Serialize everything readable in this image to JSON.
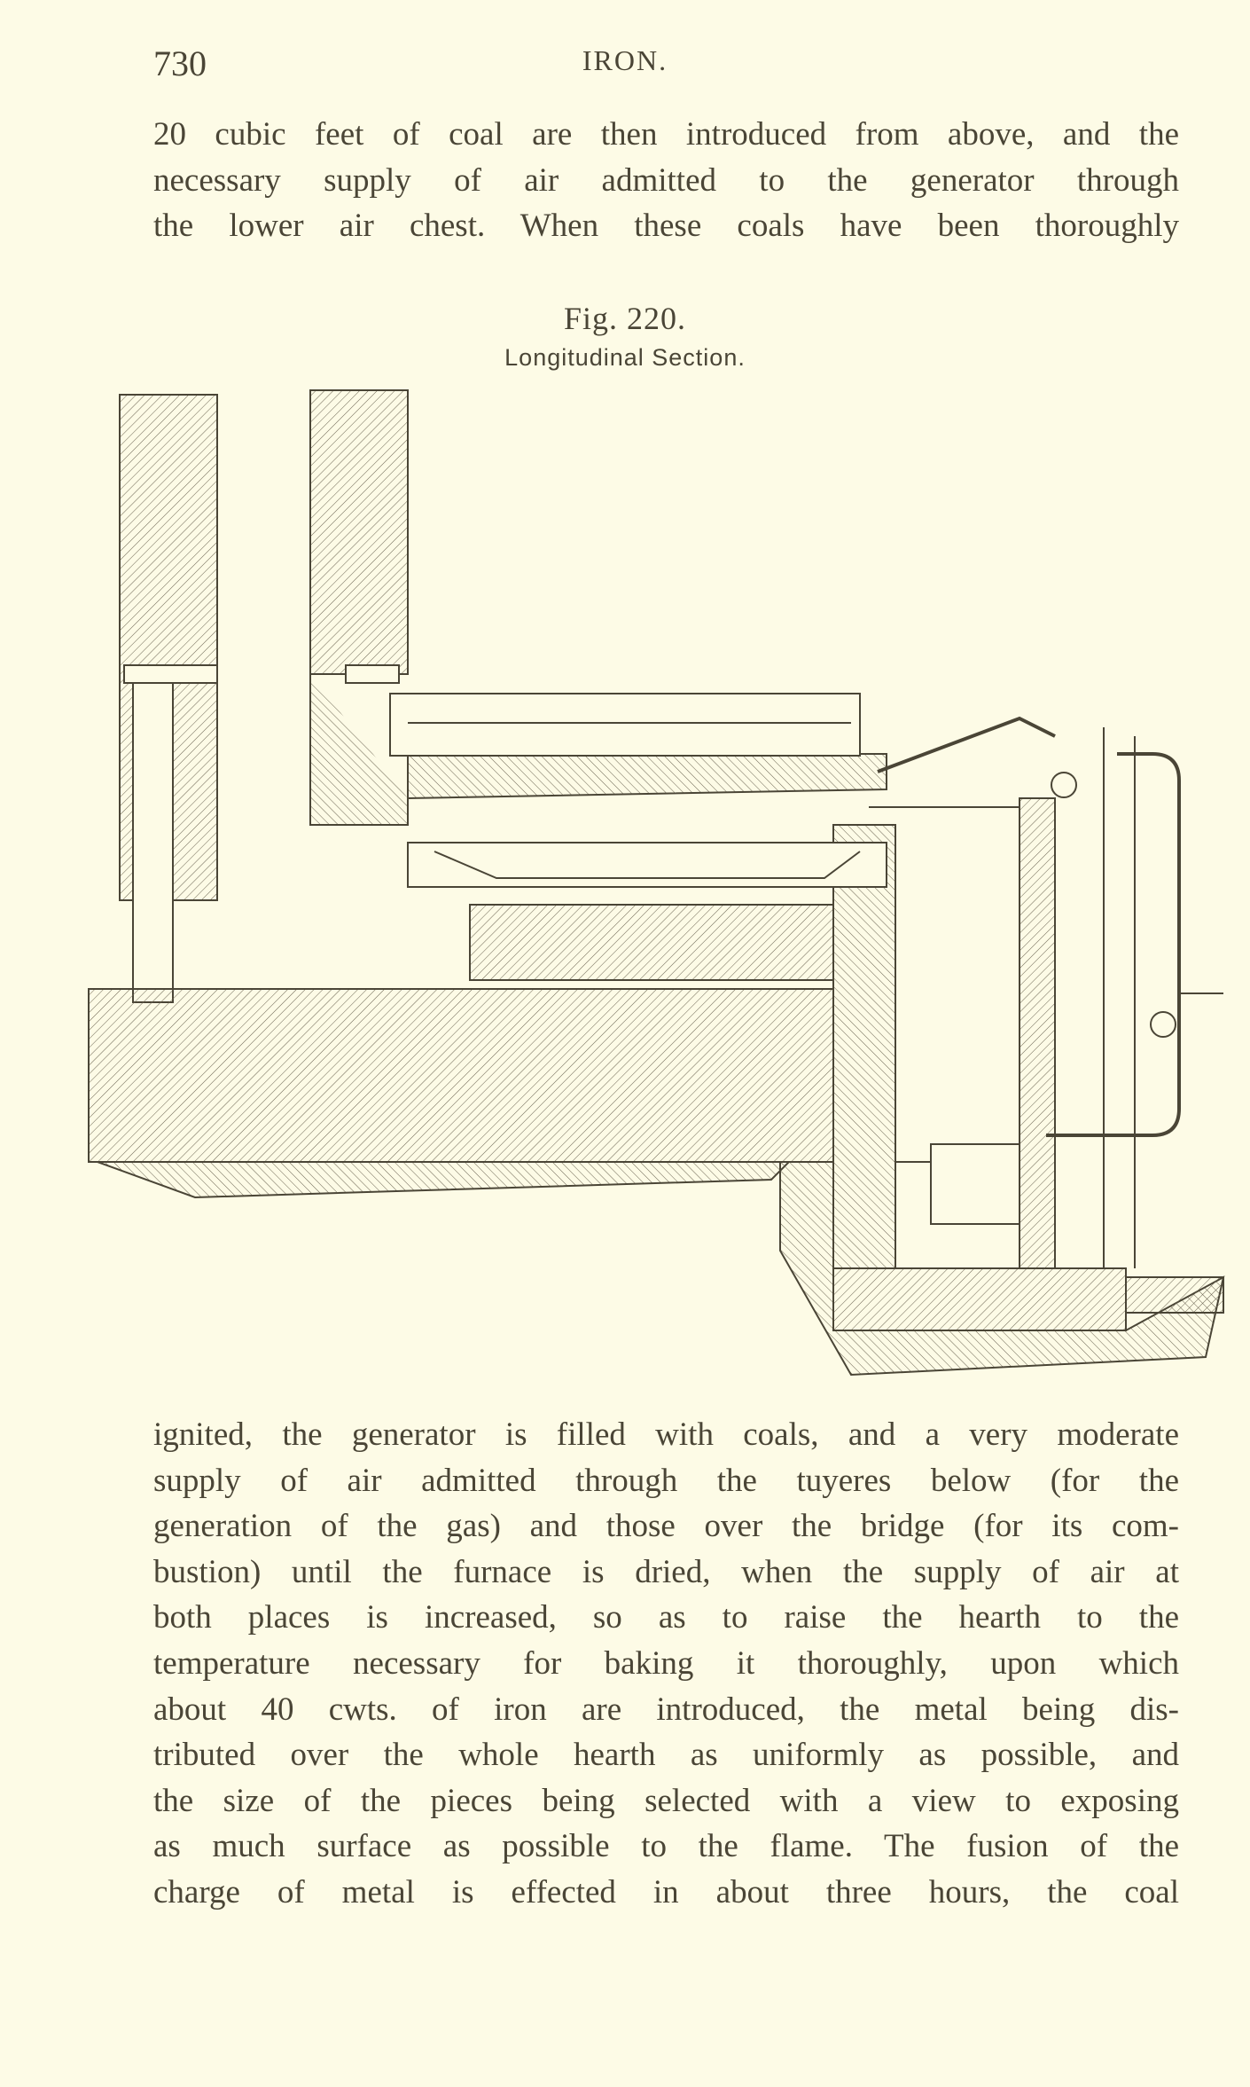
{
  "header": {
    "page_number": "730",
    "running_head": "IRON."
  },
  "paragraph_top": [
    "20 cubic feet of coal are then introduced from above, and the",
    "necessary supply of air admitted to the generator through",
    "the lower air chest.   When these coals have been thoroughly"
  ],
  "figure": {
    "label": "Fig. 220.",
    "caption": "Longitudinal Section."
  },
  "paragraph_bottom": [
    "ignited, the generator is filled with coals, and a very moderate",
    "supply of air admitted through the tuyeres below (for the",
    "generation of the gas) and those over the bridge (for its com-",
    "bustion) until the furnace is dried, when the supply of air at",
    "both places is increased, so as to raise the hearth to the",
    "temperature necessary for baking it thoroughly, upon which",
    "about 40 cwts. of iron are introduced, the metal being dis-",
    "tributed over the whole hearth as uniformly as possible, and",
    "the size of the pieces being selected with a view to exposing",
    "as much surface as possible to the flame.   The fusion of the",
    "charge of metal is effected in about three hours, the coal"
  ],
  "colors": {
    "paper": "#fdfbe6",
    "ink": "#4a4536"
  }
}
